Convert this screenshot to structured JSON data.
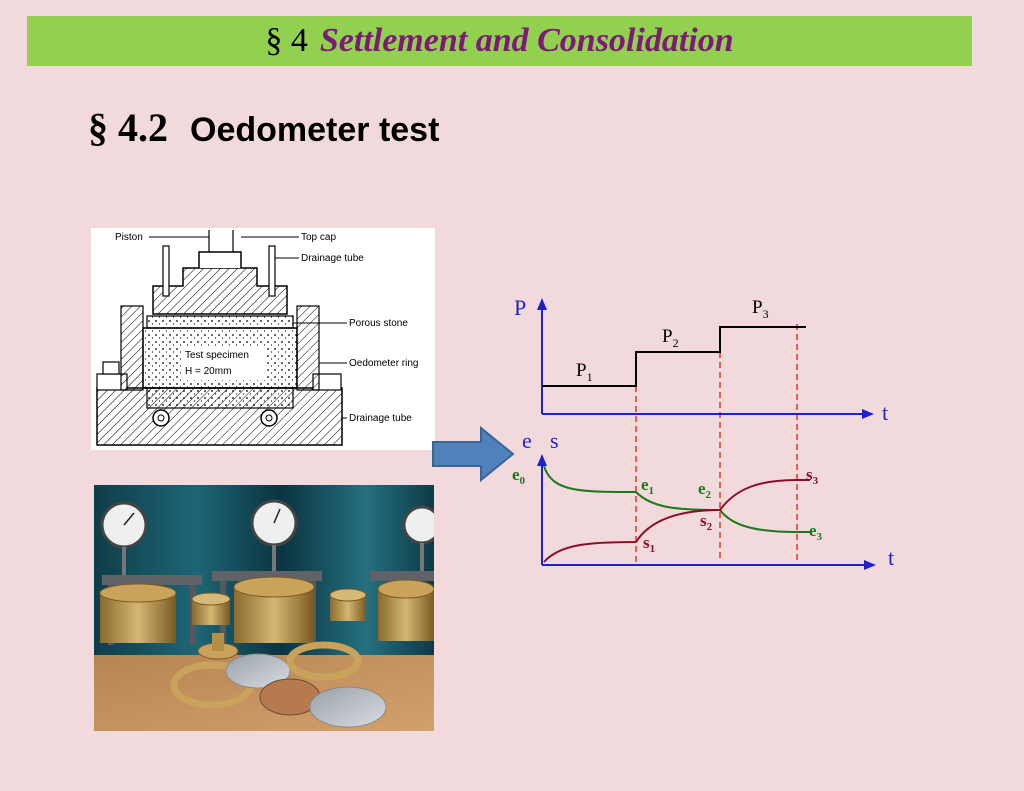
{
  "header": {
    "section_symbol": "§ 4",
    "title": "Settlement and Consolidation"
  },
  "subheading": {
    "number": "§ 4.2",
    "title": "Oedometer test"
  },
  "schematic": {
    "labels": {
      "piston": "Piston",
      "top_cap": "Top cap",
      "drainage_tube_top": "Drainage tube",
      "porous_stone": "Porous stone",
      "specimen": "Test specimen",
      "height": "H = 20mm",
      "ring": "Oedometer ring",
      "drainage_tube_bottom": "Drainage tube"
    }
  },
  "graph": {
    "load_axis": "P",
    "time_axis_top": "t",
    "ratio_axis": "e",
    "settle_axis": "s",
    "time_axis_bottom": "t",
    "loads": [
      {
        "base": "P",
        "sub": "1"
      },
      {
        "base": "P",
        "sub": "2"
      },
      {
        "base": "P",
        "sub": "3"
      }
    ],
    "void_ratio_labels": [
      {
        "base": "e",
        "sub": "0"
      },
      {
        "base": "e",
        "sub": "1"
      },
      {
        "base": "e",
        "sub": "2"
      },
      {
        "base": "e",
        "sub": "3"
      }
    ],
    "settlement_labels": [
      {
        "base": "s",
        "sub": "1"
      },
      {
        "base": "s",
        "sub": "2"
      },
      {
        "base": "s",
        "sub": "3"
      }
    ],
    "colors": {
      "axis": "#1f1fd0",
      "load": "#000000",
      "e_curve": "#1a7a1a",
      "s_curve": "#8b0f2a",
      "guide": "#e8402a"
    }
  }
}
